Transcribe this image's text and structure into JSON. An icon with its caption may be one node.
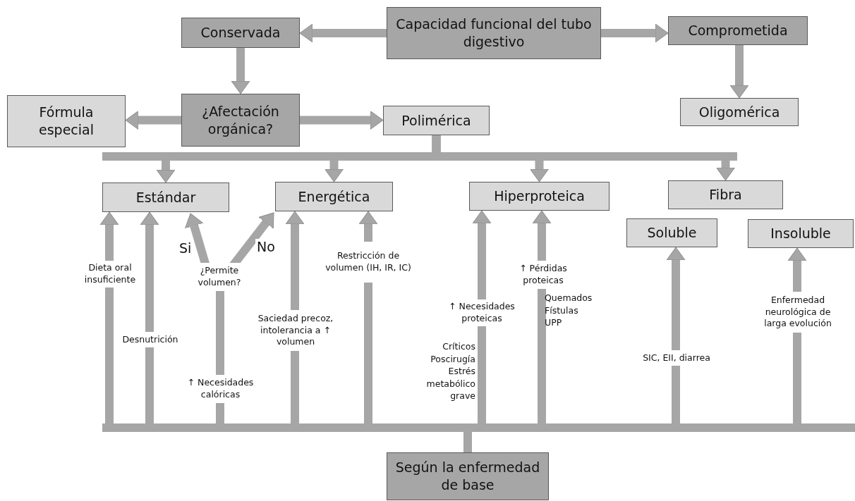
{
  "diagram": {
    "nodes": [
      {
        "text": [
          "Capacidad funcional del tubo digestivo"
        ]
      },
      {
        "text": [
          "Conservada"
        ]
      },
      {
        "text": [
          "Comprometida"
        ]
      },
      {
        "text": [
          "¿Afectación orgánica?"
        ]
      },
      {
        "text": [
          "Fórmula especial"
        ]
      },
      {
        "text": [
          "Polimérica"
        ]
      },
      {
        "text": [
          "Oligomérica"
        ]
      },
      {
        "text": [
          "Estándar"
        ]
      },
      {
        "text": [
          "Energética"
        ]
      },
      {
        "text": [
          "Hiperproteica"
        ]
      },
      {
        "text": [
          "Fibra"
        ]
      },
      {
        "text": [
          "Soluble"
        ]
      },
      {
        "text": [
          "Insoluble"
        ]
      },
      {
        "text": [
          "Según la enfermedad de base"
        ]
      },
      {
        "text": [
          "Dieta oral insuficiente"
        ]
      },
      {
        "text": [
          "Desnutrición"
        ]
      },
      {
        "text": [
          "¿Permite volumen?"
        ]
      },
      {
        "text": [
          "↑ Necesidades calóricas"
        ]
      },
      {
        "text": [
          "Saciedad precoz, intolerancia a ↑ volumen"
        ]
      },
      {
        "text": [
          "Restricción de volumen (IH, IR, IC)"
        ]
      },
      {
        "text": [
          "↑ Necesidades proteicas"
        ],
        "beside": [
          "Críticos Poscirugía Estrés metabólico grave"
        ]
      },
      {
        "text": [
          "↑ Pérdidas proteicas"
        ],
        "beside": [
          "Quemados Fístulas UPP"
        ]
      },
      {
        "text": [
          "SIC, EII, diarrea"
        ]
      },
      {
        "text": [
          "Enfermedad neurológica de larga evolución"
        ]
      }
    ],
    "edges": [
      {
        "from": 0,
        "to": 1,
        "arrow": "to"
      },
      {
        "from": 0,
        "to": 2,
        "arrow": "to"
      },
      {
        "from": 1,
        "to": 3,
        "arrow": "to"
      },
      {
        "from": 2,
        "to": 6,
        "arrow": "to"
      },
      {
        "from": 3,
        "to": 4,
        "arrow": "to"
      },
      {
        "from": 3,
        "to": 5,
        "arrow": "to"
      },
      {
        "from": 5,
        "to": 7,
        "arrow": "to"
      },
      {
        "from": 5,
        "to": 8,
        "arrow": "to"
      },
      {
        "from": 5,
        "to": 9,
        "arrow": "to"
      },
      {
        "from": 5,
        "to": 10,
        "arrow": "to"
      },
      {
        "from": 14,
        "to": 7,
        "arrow": "to"
      },
      {
        "from": 15,
        "to": 7,
        "arrow": "to"
      },
      {
        "from": 16,
        "to": 7,
        "label": "Si",
        "arrow": "to"
      },
      {
        "from": 16,
        "to": 8,
        "label": "No",
        "arrow": "to"
      },
      {
        "from": 17,
        "to": 16,
        "arrow": "none"
      },
      {
        "from": 18,
        "to": 8,
        "arrow": "to"
      },
      {
        "from": 19,
        "to": 8,
        "arrow": "to"
      },
      {
        "from": 20,
        "to": 9,
        "arrow": "to"
      },
      {
        "from": 21,
        "to": 9,
        "arrow": "to"
      },
      {
        "from": 22,
        "to": 11,
        "arrow": "to"
      },
      {
        "from": 23,
        "to": 12,
        "arrow": "to"
      },
      {
        "from": 13,
        "to": 14,
        "arrow": "none"
      },
      {
        "from": 13,
        "to": 15,
        "arrow": "none"
      },
      {
        "from": 13,
        "to": 17,
        "arrow": "none"
      },
      {
        "from": 13,
        "to": 18,
        "arrow": "none"
      },
      {
        "from": 13,
        "to": 19,
        "arrow": "none"
      },
      {
        "from": 13,
        "to": 20,
        "arrow": "none"
      },
      {
        "from": 13,
        "to": 21,
        "arrow": "none"
      },
      {
        "from": 13,
        "to": 22,
        "arrow": "none"
      },
      {
        "from": 13,
        "to": 23,
        "arrow": "none"
      }
    ]
  }
}
